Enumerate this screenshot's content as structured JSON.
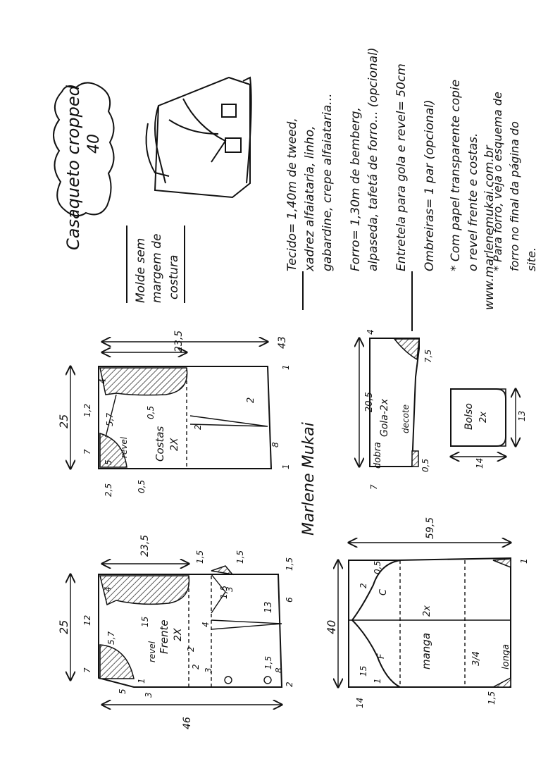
{
  "title": {
    "name": "Casaqueto cropped",
    "size": "40",
    "molde_note": [
      "Molde sem",
      "margem de",
      "costura"
    ]
  },
  "materials": [
    "Tecido= 1,40m de tweed,",
    "xadrez alfaiataria, linho,",
    "gabardine, crepe alfaiataria...",
    "Forro= 1,30m de bemberg,",
    "alpaseda, tafetá de forro... (opcional)",
    "Entretela para gola e revel= 50cm",
    "Ombreiras= 1 par (opcional)",
    "* Com papel transparente copie",
    "o revel frente e costas.",
    "* Para forro, veja o esquema de",
    "forro no final da página do",
    "site."
  ],
  "website": "www.marlenemukai.com.br",
  "signature": "Marlene Mukai",
  "pieces": {
    "frente": {
      "label": "Frente",
      "count": "2X",
      "revel": "revel",
      "width_top": "23,5",
      "height_total": "25",
      "depth": "46",
      "dims": [
        "7",
        "12",
        "5,7",
        "5",
        "1",
        "4",
        "15",
        "1,5",
        "3",
        "2",
        "4",
        "1,5",
        "13",
        "1,5",
        "3",
        "2",
        "8",
        "3",
        "1,5",
        "2",
        "1,5",
        "6"
      ]
    },
    "costas": {
      "label": "Costas",
      "count": "2X",
      "revel": "revel",
      "width_top": "23,5",
      "height_total": "25",
      "depth": "43",
      "dims": [
        "4",
        "1,2",
        "5,7",
        "7",
        "5",
        "2,5",
        "0,5",
        "0,5",
        "2",
        "2",
        "8",
        "1",
        "1"
      ]
    },
    "gola": {
      "label": "Gola-2x",
      "decote": "decote",
      "dobra": "dobra",
      "length": "20,5",
      "dims": [
        "4",
        "7,5",
        "7",
        "0,5"
      ]
    },
    "bolso": {
      "label": "Bolso",
      "count": "2x",
      "width": "13",
      "height": "14"
    },
    "manga": {
      "label": "manga",
      "count": "2x",
      "front_mark": "F",
      "back_mark": "C",
      "length": "59,5",
      "width": "40",
      "three_quarter": "3/4",
      "longa": "longa",
      "dims": [
        "15",
        "1",
        "2",
        "0,5",
        "14",
        "1,5",
        "1"
      ]
    }
  }
}
